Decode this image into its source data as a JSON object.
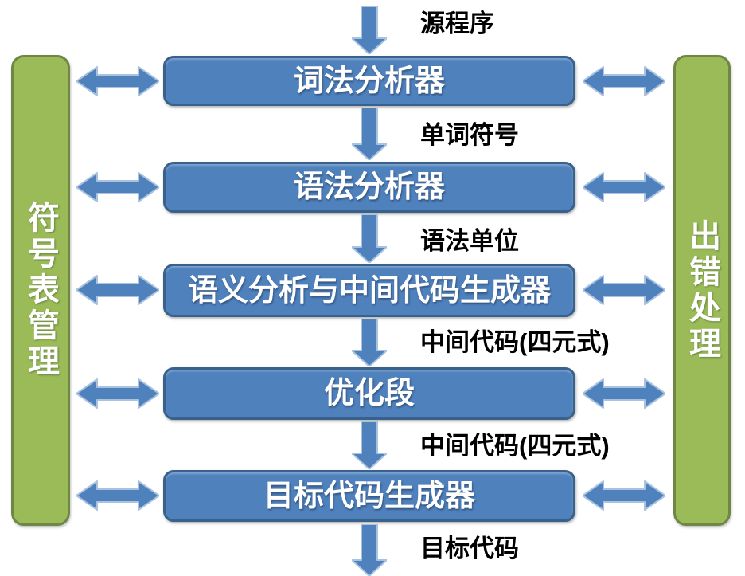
{
  "diagram": {
    "title_hint": "compiler-phases-flow-diagram",
    "left_bar": {
      "label": "符号表管理"
    },
    "right_bar": {
      "label": "出错处理"
    },
    "stages": [
      {
        "label": "词法分析器"
      },
      {
        "label": "语法分析器"
      },
      {
        "label": "语义分析与中间代码生成器"
      },
      {
        "label": "优化段"
      },
      {
        "label": "目标代码生成器"
      }
    ],
    "flow_labels": [
      "源程序",
      "单词符号",
      "语法单位",
      "中间代码(四元式)",
      "中间代码(四元式)",
      "目标代码"
    ],
    "colors": {
      "stage_fill": "#4f81bd",
      "stage_border": "#38618c",
      "bar_fill": "#9bbb59",
      "bar_border": "#6e8745",
      "arrow_fill": "#4f81bd",
      "arrow_edge": "#a8c2e0",
      "box_text": "#ffffff",
      "flow_text": "#000000"
    }
  }
}
